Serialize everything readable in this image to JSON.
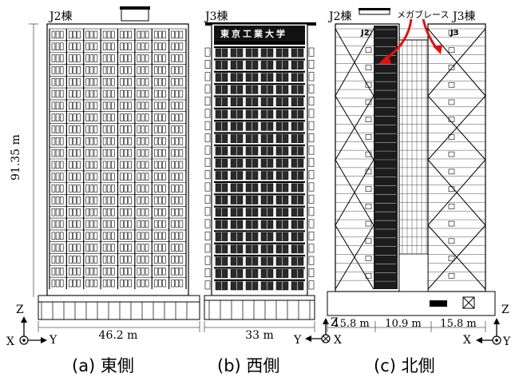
{
  "panels": [
    {
      "building_label": "J2棟",
      "width_label": "46.2 m",
      "height_label": "91.35 m",
      "caption": "(a) 東側",
      "axes": {
        "up": "Z",
        "right": "Y",
        "left": "X"
      }
    },
    {
      "building_label": "J3棟",
      "width_label": "33 m",
      "caption": "(b) 西側",
      "roof_sign": "東京工業大学",
      "axes": {
        "up": "Z",
        "right": "X",
        "left": "Y"
      }
    },
    {
      "building_label_left": "J2棟",
      "building_label_right": "J3棟",
      "brace_label": "メガブレース",
      "tower_tag_left": "J2",
      "tower_tag_right": "J3",
      "widths": [
        "15.8 m",
        "10.9 m",
        "15.8 m"
      ],
      "caption": "(c) 北側",
      "axes": {
        "up": "Z",
        "right": "Y",
        "left": "X"
      }
    }
  ]
}
